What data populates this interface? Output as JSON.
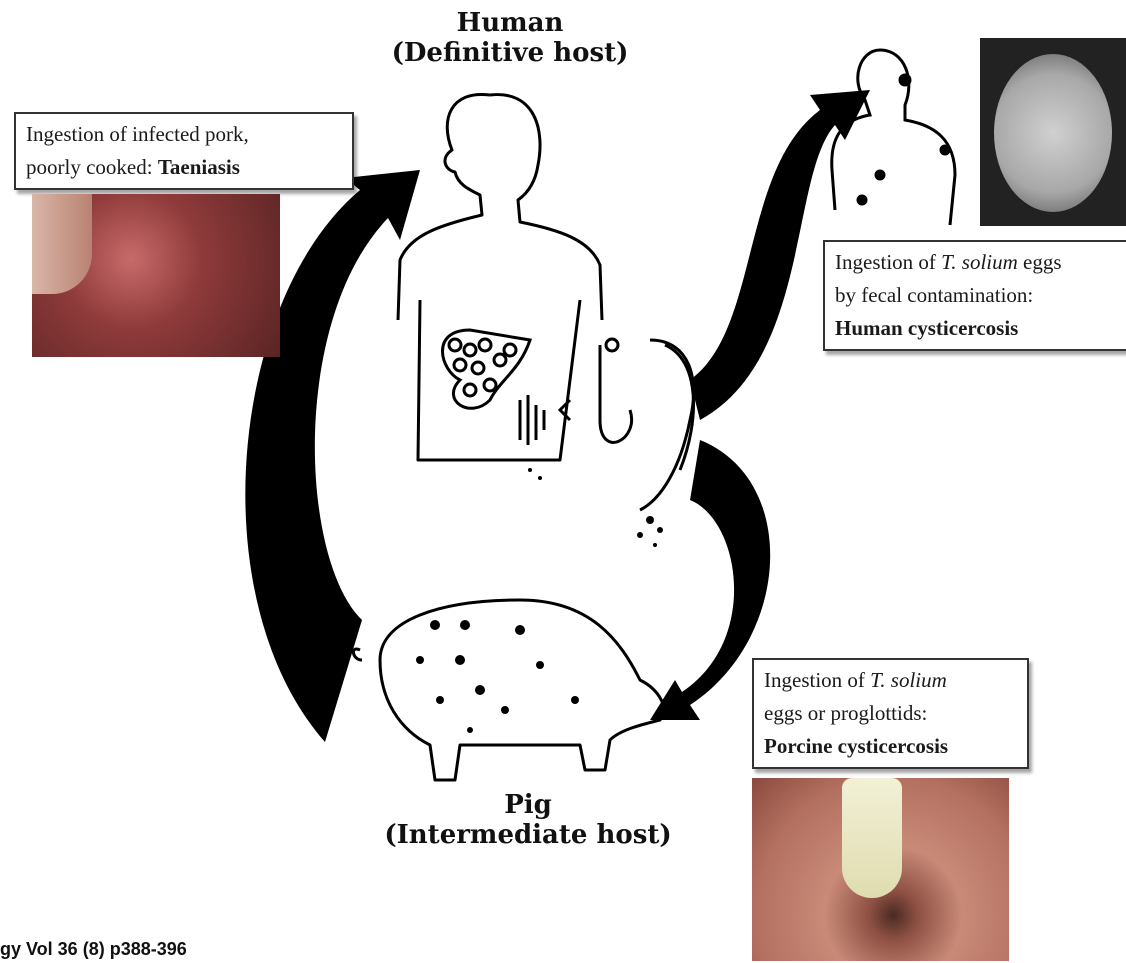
{
  "human": {
    "name": "Human",
    "role": "(Definitive host)"
  },
  "pig": {
    "name": "Pig",
    "role": "(Intermediate host)"
  },
  "taeniasis_box": {
    "line1": "Ingestion of infected pork,",
    "line2_prefix": "poorly cooked: ",
    "line2_bold": "Taeniasis"
  },
  "human_cysticercosis_box": {
    "line1_prefix": "Ingestion of ",
    "line1_italic": "T. solium",
    "line1_suffix": " eggs",
    "line2": "by fecal contamination:",
    "line3_bold": "Human cysticercosis"
  },
  "porcine_cysticercosis_box": {
    "line1_prefix": "Ingestion of ",
    "line1_italic": "T. solium",
    "line2": "eggs or proglottids:",
    "line3_bold": "Porcine cysticercosis"
  },
  "citation": "gy Vol 36 (8) p388-396",
  "colors": {
    "arrow": "#000000",
    "box_border": "#333333",
    "meat": "#8e3a3a",
    "endoscopy": "#c98a78",
    "mri": "#bfbfbf"
  }
}
